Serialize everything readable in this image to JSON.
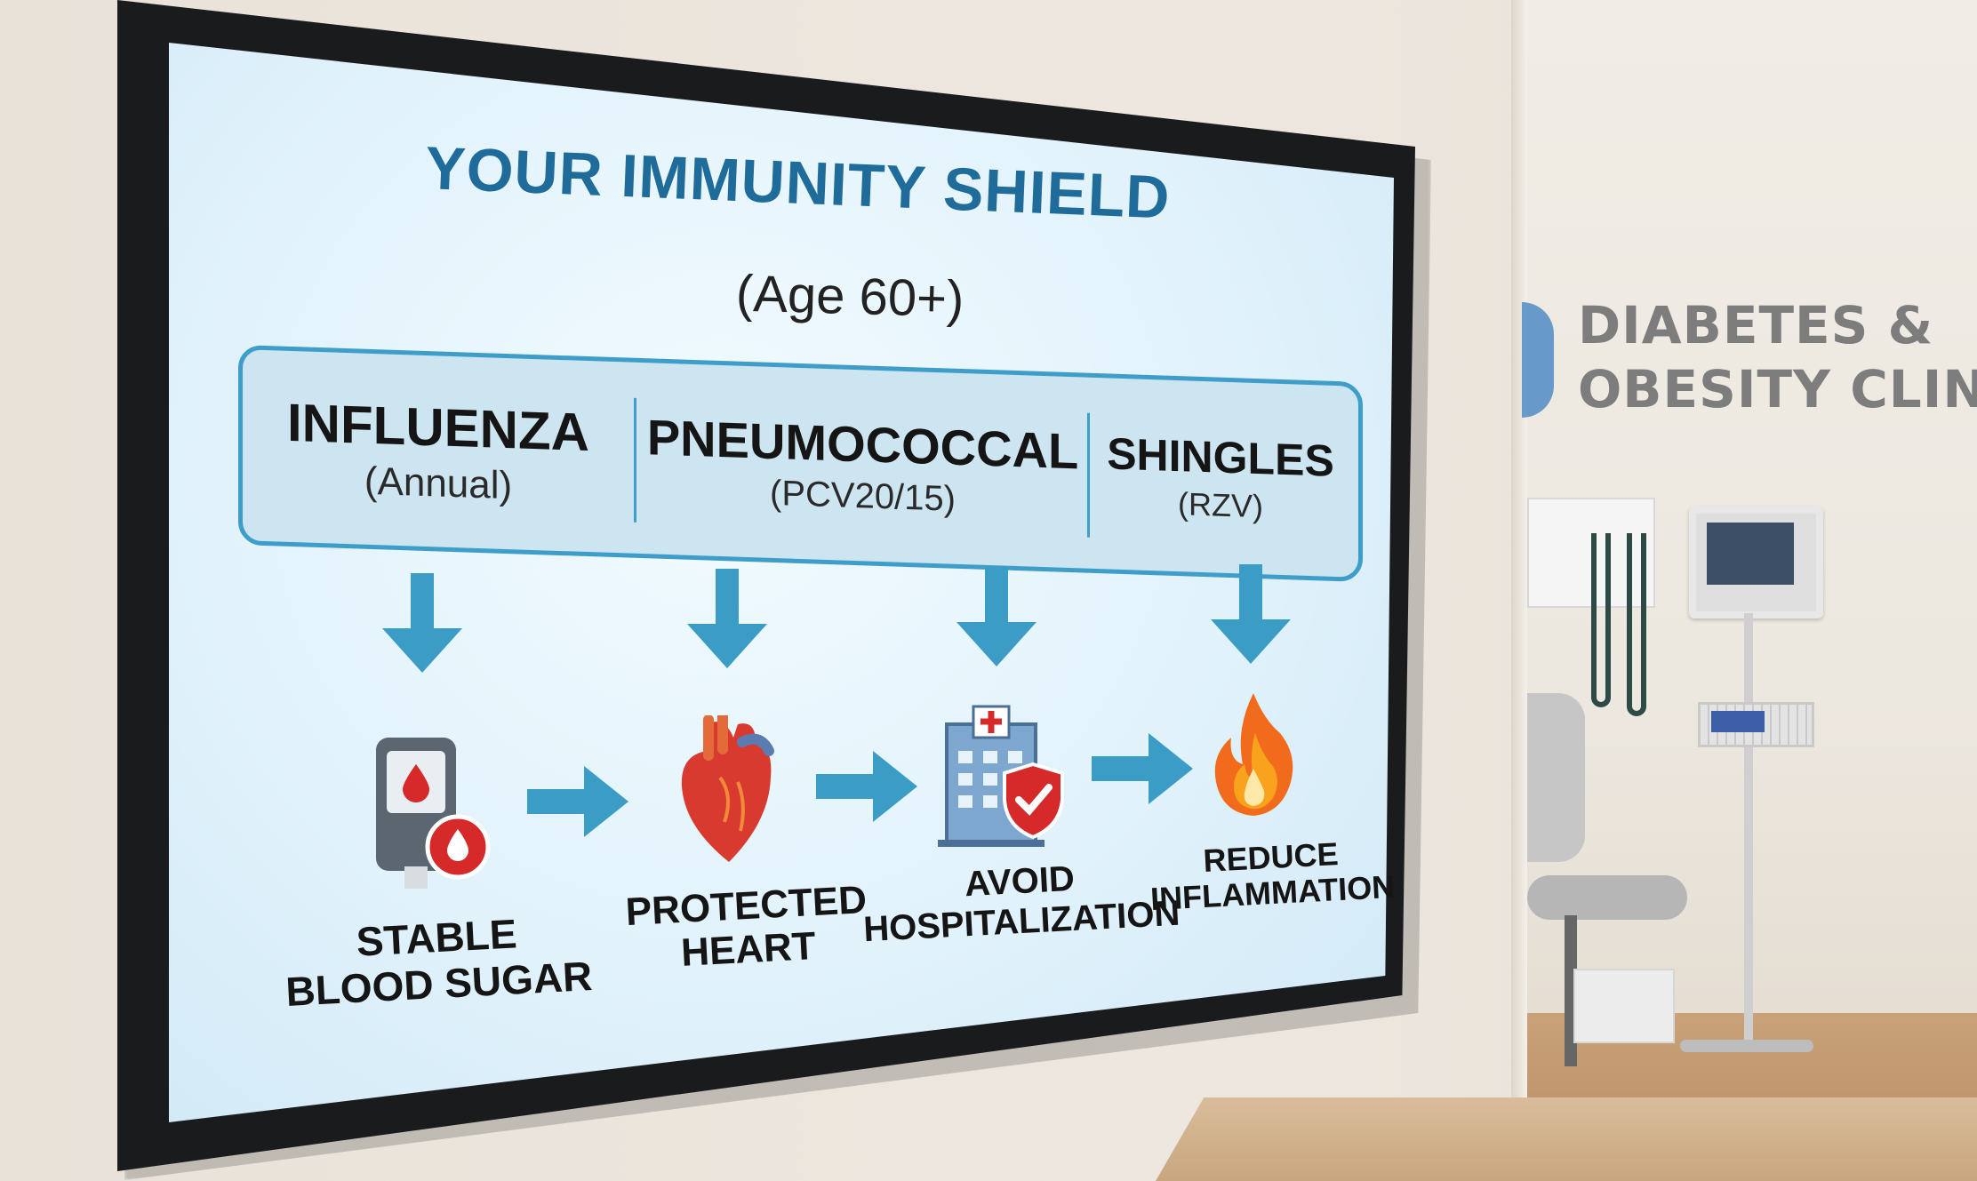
{
  "screen": {
    "title": "YOUR IMMUNITY SHIELD",
    "subtitle": "(Age 60+)",
    "vaccines": [
      {
        "name": "INFLUENZA",
        "detail": "(Annual)"
      },
      {
        "name": "PNEUMOCOCCAL",
        "detail": "(PCV20/15)"
      },
      {
        "name": "SHINGLES",
        "detail": "(RZV)"
      }
    ],
    "outcomes": [
      {
        "line1": "STABLE",
        "line2": "BLOOD SUGAR",
        "icon": "glucose-meter-icon"
      },
      {
        "line1": "PROTECTED",
        "line2": "HEART",
        "icon": "heart-icon"
      },
      {
        "line1": "AVOID",
        "line2": "HOSPITALIZATION",
        "icon": "hospital-shield-icon"
      },
      {
        "line1": "REDUCE",
        "line2": "INFLAMMATION",
        "icon": "flame-icon"
      }
    ],
    "accent_color": "#3b9dc6",
    "title_color": "#1f6b9a"
  },
  "clinic_sign": {
    "line1": "DIABETES &",
    "line2": "OBESITY CLINIC"
  }
}
